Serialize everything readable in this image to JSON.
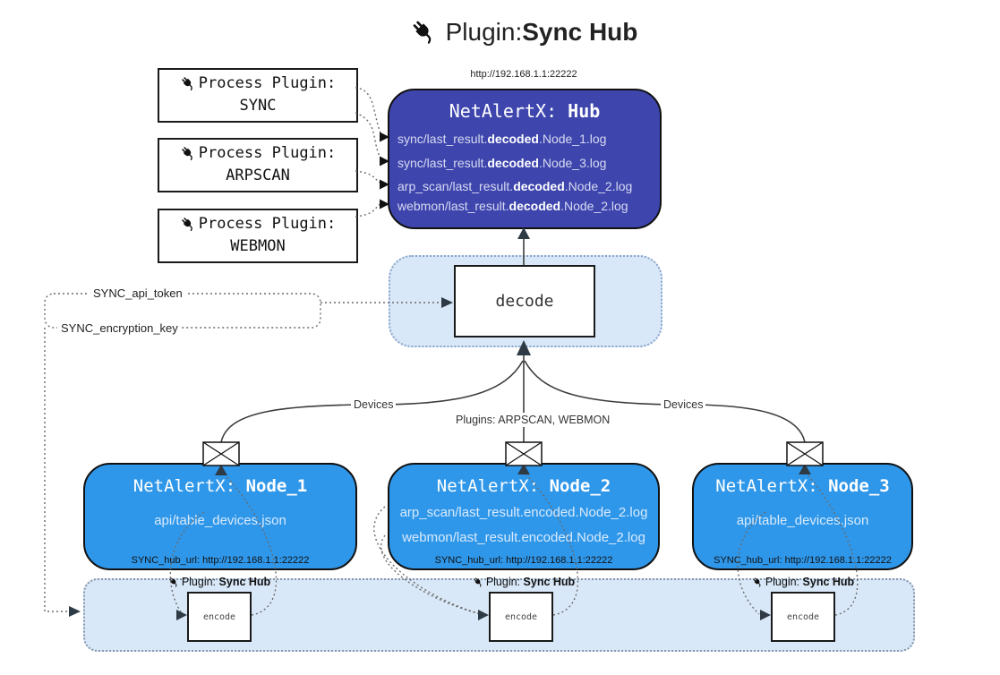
{
  "title": {
    "pre": "Plugin: ",
    "bold": "Sync Hub"
  },
  "process_plugins": [
    {
      "label": "Process Plugin:",
      "name": "SYNC"
    },
    {
      "label": "Process Plugin:",
      "name": "ARPSCAN"
    },
    {
      "label": "Process Plugin:",
      "name": "WEBMON"
    }
  ],
  "hub": {
    "url": "http://192.168.1.1:22222",
    "title": {
      "pre": "NetAlertX: ",
      "bold": "Hub"
    },
    "logs": [
      {
        "pre": "sync/last_result.",
        "bold": "decoded",
        "post": ".Node_1.log"
      },
      {
        "pre": "sync/last_result.",
        "bold": "decoded",
        "post": ".Node_3.log"
      },
      {
        "pre": "arp_scan/last_result.",
        "bold": "decoded",
        "post": ".Node_2.log"
      },
      {
        "pre": "webmon/last_result.",
        "bold": "decoded",
        "post": ".Node_2.log"
      }
    ]
  },
  "decode": {
    "label": "decode"
  },
  "config": {
    "api_token": "SYNC_api_token",
    "encryption_key": "SYNC_encryption_key"
  },
  "edges": {
    "devices_left": "Devices",
    "devices_right": "Devices",
    "plugins": "Plugins: ARPSCAN, WEBMON"
  },
  "nodes": [
    {
      "title": {
        "pre": "NetAlertX: ",
        "bold": "Node_1"
      },
      "files": [
        "api/table_devices.json"
      ],
      "hub_url": "SYNC_hub_url: http://192.168.1.1:22222"
    },
    {
      "title": {
        "pre": "NetAlertX: ",
        "bold": "Node_2"
      },
      "files": [
        "arp_scan/last_result.encoded.Node_2.log",
        "webmon/last_result.encoded.Node_2.log"
      ],
      "hub_url": "SYNC_hub_url: http://192.168.1.1:22222"
    },
    {
      "title": {
        "pre": "NetAlertX: ",
        "bold": "Node_3"
      },
      "files": [
        "api/table_devices.json"
      ],
      "hub_url": "SYNC_hub_url: http://192.168.1.1:22222"
    }
  ],
  "sync_band": {
    "plugin_label": {
      "pre": "Plugin: ",
      "bold": "Sync Hub"
    },
    "encode_label": "encode"
  },
  "colors": {
    "hub_fill": "#3e46ae",
    "node_fill": "#2f97ea",
    "panel_fill": "#d9e8f8",
    "panel_border": "#8aa5c9",
    "arrow_dark": "#2e3a44"
  }
}
